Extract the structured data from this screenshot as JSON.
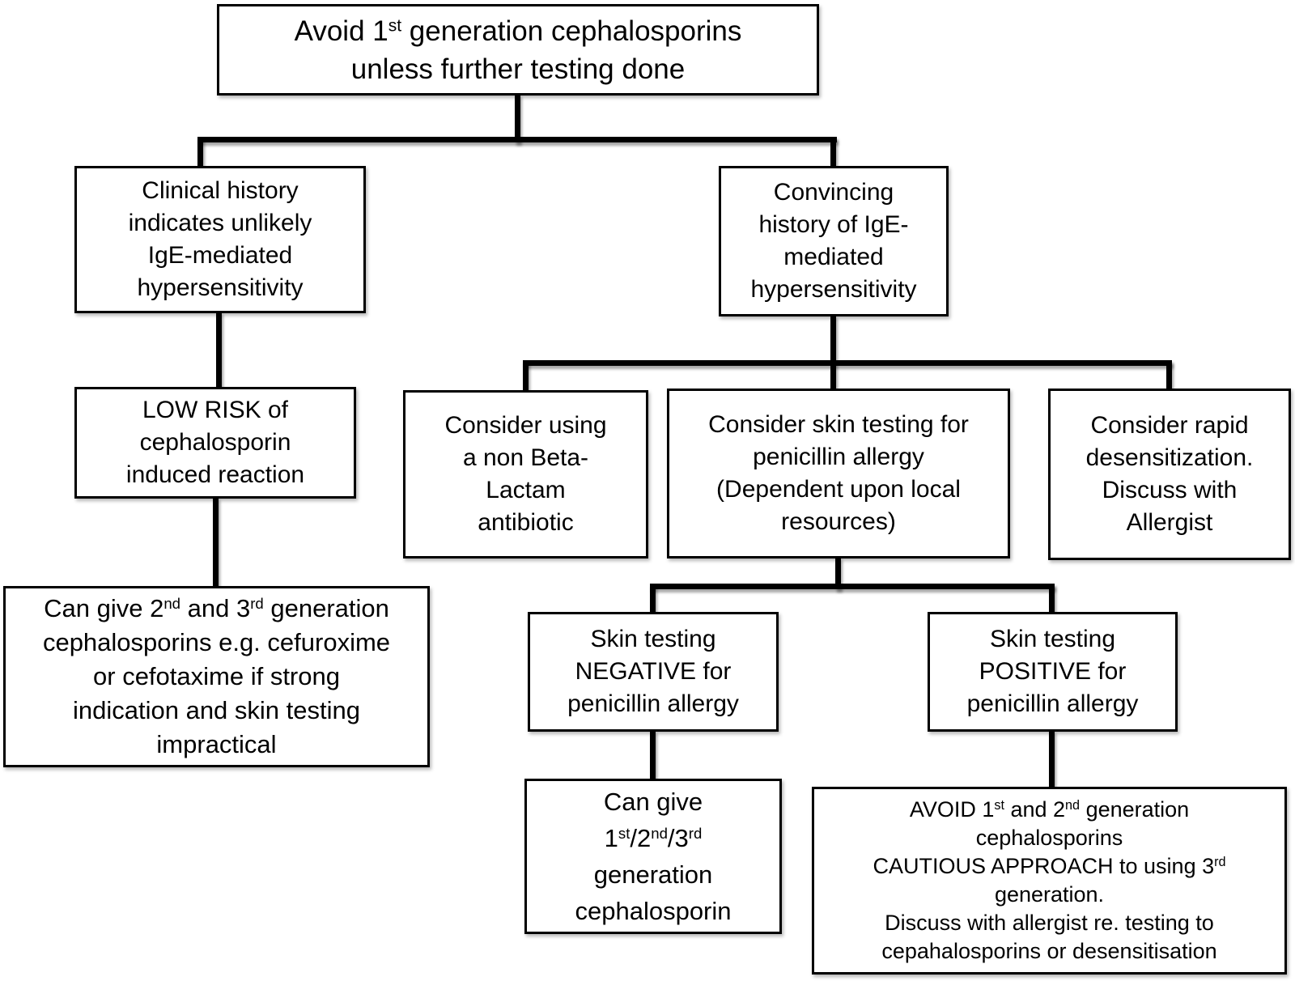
{
  "diagram": {
    "colors": {
      "ink": "#000000",
      "box_fill": "#ffffff",
      "background": "#ffffff"
    },
    "nodes": [
      {
        "id": "avoid-first-gen",
        "lines": [
          [
            {
              "t": "Avoid 1"
            },
            {
              "t": "st",
              "sup": true
            },
            {
              "t": " generation cephalosporins"
            }
          ],
          [
            {
              "t": "unless further testing done"
            }
          ]
        ]
      },
      {
        "id": "clinical-history",
        "lines": [
          [
            {
              "t": "Clinical history"
            }
          ],
          [
            {
              "t": "indicates unlikely"
            }
          ],
          [
            {
              "t": "IgE-mediated"
            }
          ],
          [
            {
              "t": "hypersensitivity"
            }
          ]
        ]
      },
      {
        "id": "convincing-history",
        "lines": [
          [
            {
              "t": "Convincing"
            }
          ],
          [
            {
              "t": "history of IgE-"
            }
          ],
          [
            {
              "t": "mediated"
            }
          ],
          [
            {
              "t": "hypersensitivity"
            }
          ]
        ]
      },
      {
        "id": "low-risk",
        "lines": [
          [
            {
              "t": "LOW RISK of"
            }
          ],
          [
            {
              "t": "cephalosporin"
            }
          ],
          [
            {
              "t": "induced reaction"
            }
          ]
        ]
      },
      {
        "id": "can-give-2nd-3rd",
        "lines": [
          [
            {
              "t": "Can give 2"
            },
            {
              "t": "nd",
              "sup": true
            },
            {
              "t": " and 3"
            },
            {
              "t": "rd",
              "sup": true
            },
            {
              "t": " generation"
            }
          ],
          [
            {
              "t": "cephalosporins e.g. cefuroxime"
            }
          ],
          [
            {
              "t": "or cefotaxime if strong"
            }
          ],
          [
            {
              "t": "indication and skin testing"
            }
          ],
          [
            {
              "t": "impractical"
            }
          ]
        ]
      },
      {
        "id": "non-beta-lactam",
        "lines": [
          [
            {
              "t": "Consider using"
            }
          ],
          [
            {
              "t": "a non Beta-"
            }
          ],
          [
            {
              "t": "Lactam"
            }
          ],
          [
            {
              "t": "antibiotic"
            }
          ]
        ]
      },
      {
        "id": "consider-skin-testing",
        "lines": [
          [
            {
              "t": "Consider skin testing for"
            }
          ],
          [
            {
              "t": "penicillin allergy"
            }
          ],
          [
            {
              "t": "(Dependent upon local"
            }
          ],
          [
            {
              "t": "resources)"
            }
          ]
        ]
      },
      {
        "id": "rapid-desensitization",
        "lines": [
          [
            {
              "t": "Consider rapid"
            }
          ],
          [
            {
              "t": "desensitization."
            }
          ],
          [
            {
              "t": "Discuss with"
            }
          ],
          [
            {
              "t": "Allergist"
            }
          ]
        ]
      },
      {
        "id": "skin-test-negative",
        "lines": [
          [
            {
              "t": "Skin testing"
            }
          ],
          [
            {
              "t": "NEGATIVE for"
            }
          ],
          [
            {
              "t": "penicillin allergy"
            }
          ]
        ]
      },
      {
        "id": "skin-test-positive",
        "lines": [
          [
            {
              "t": "Skin testing"
            }
          ],
          [
            {
              "t": "POSITIVE for"
            }
          ],
          [
            {
              "t": "penicillin allergy"
            }
          ]
        ]
      },
      {
        "id": "can-give-1st-2nd-3rd",
        "lines": [
          [
            {
              "t": "Can give"
            }
          ],
          [
            {
              "t": "1"
            },
            {
              "t": "st",
              "sup": true
            },
            {
              "t": "/2"
            },
            {
              "t": "nd",
              "sup": true
            },
            {
              "t": "/3"
            },
            {
              "t": "rd",
              "sup": true
            }
          ],
          [
            {
              "t": "generation"
            }
          ],
          [
            {
              "t": "cephalosporin"
            }
          ]
        ]
      },
      {
        "id": "avoid-1st-2nd",
        "lines": [
          [
            {
              "t": "AVOID 1"
            },
            {
              "t": "st",
              "sup": true
            },
            {
              "t": " and 2"
            },
            {
              "t": "nd",
              "sup": true
            },
            {
              "t": " generation"
            }
          ],
          [
            {
              "t": "cephalosporins"
            }
          ],
          [
            {
              "t": "CAUTIOUS APPROACH to using 3"
            },
            {
              "t": "rd",
              "sup": true
            }
          ],
          [
            {
              "t": "generation."
            }
          ],
          [
            {
              "t": "Discuss with allergist re. testing to"
            }
          ],
          [
            {
              "t": "cepahalosporins or desensitisation"
            }
          ]
        ]
      }
    ]
  }
}
